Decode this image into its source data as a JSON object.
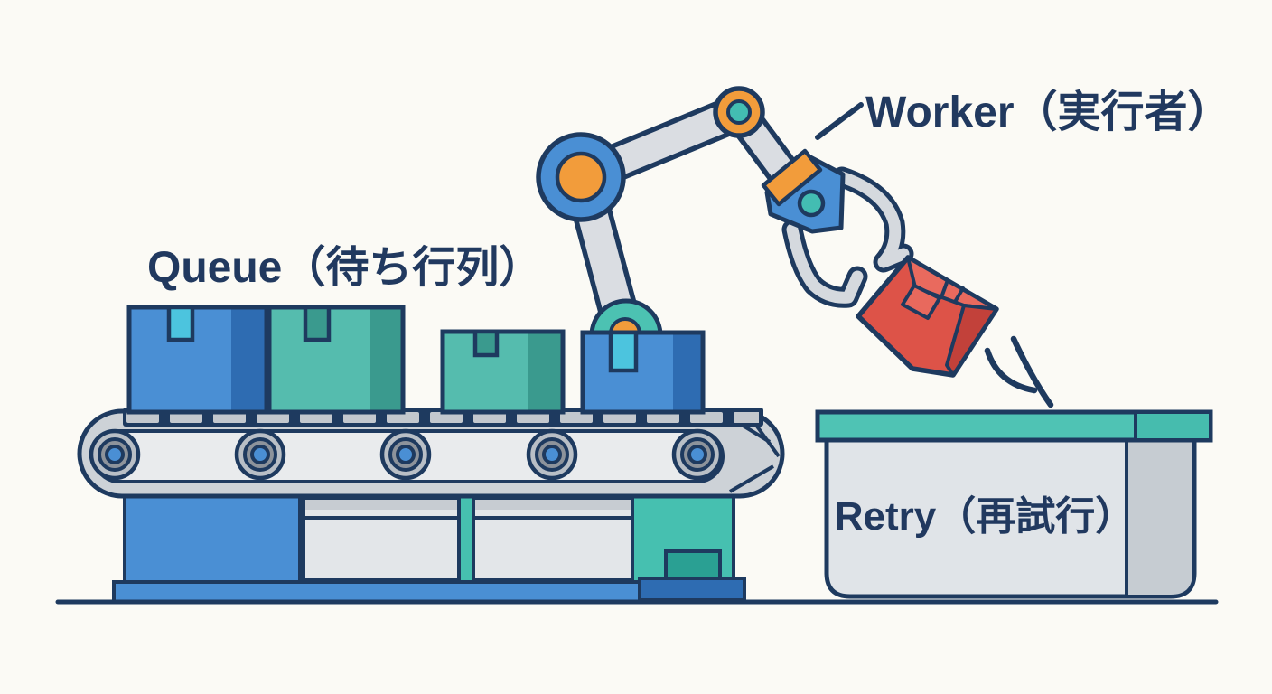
{
  "labels": {
    "queue": "Queue（待ち行列）",
    "worker": "Worker（実行者）",
    "retry": "Retry（再試行）"
  },
  "icons": {
    "robot_arm": "robot-arm-icon",
    "conveyor": "conveyor-belt-icon",
    "failed_box": "falling-box-icon",
    "retry_bin": "retry-bin-icon"
  },
  "queue_boxes": [
    {
      "color_name": "blue"
    },
    {
      "color_name": "teal"
    },
    {
      "color_name": "teal"
    },
    {
      "color_name": "blue"
    }
  ],
  "colors": {
    "navy": "#1e3a5f",
    "text_navy": "#21395f",
    "blue": "#4a8fd4",
    "blue_dark": "#2e6cb2",
    "teal": "#55bcae",
    "teal_dark": "#3a9a8e",
    "teal_bright": "#4fc3b4",
    "teal_deep": "#2aa093",
    "cyan": "#4cc4de",
    "orange": "#f29c3b",
    "red": "#dd5348",
    "red_dark": "#c2413a",
    "red_light": "#e96a5e",
    "gray_belt": "#cdd2d7",
    "gray_light": "#e9ebed",
    "gray_panel": "#e3e6e9",
    "gray_side": "#c6ccd2",
    "arm_gray": "#dadde2",
    "background": "#fbfaf5"
  }
}
